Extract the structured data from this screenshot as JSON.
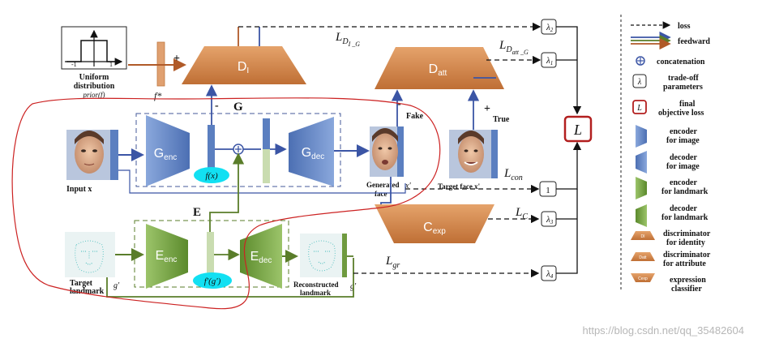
{
  "blocks": {
    "d_i": "D",
    "d_i_sub": "I",
    "d_att": "D",
    "d_att_sub": "att",
    "g_enc": "G",
    "g_enc_sub": "enc",
    "g_dec": "G",
    "g_dec_sub": "dec",
    "e_enc": "E",
    "e_enc_sub": "enc",
    "e_dec": "E",
    "e_dec_sub": "dec",
    "c_exp": "C",
    "c_exp_sub": "exp",
    "g_label": "G",
    "e_label": "E",
    "l_final": "L"
  },
  "losses": {
    "l_di": "L",
    "l_di_sub": "D",
    "l_di_sub2": "I _G",
    "l_datt": "L",
    "l_datt_sub": "D",
    "l_datt_sub2": "att _G",
    "l_con": "L",
    "l_con_sub": "con",
    "l_c": "L",
    "l_c_sub": "C",
    "l_gr": "L",
    "l_gr_sub": "gr"
  },
  "weights": {
    "lambda2": "λ",
    "lambda2_sub": "2",
    "lambda1": "λ",
    "lambda1_sub": "1",
    "one": "1",
    "lambda3": "λ",
    "lambda3_sub": "3",
    "lambda4": "λ",
    "lambda4_sub": "4"
  },
  "labels": {
    "prior_title1": "Uniform",
    "prior_title2": "distribution",
    "prior_title3": "prior(f)",
    "prior_neg": "-1",
    "prior_pos": "1",
    "f_star": "f*",
    "plus": "+",
    "minus": "-",
    "minus_fake": "-",
    "fake": "Fake",
    "plus_true": "+",
    "true": "True",
    "input": "Input x",
    "generated1": "Generated",
    "generated2": "face",
    "x_prime": "x'",
    "target_face": "Target face x'",
    "fx": "f(x)",
    "fg": "f'(g')",
    "target_landmark1": "Target",
    "target_landmark2": "landmark",
    "g_prime": "g'",
    "recon1": "Reconstructed",
    "recon2": "landmark",
    "g_hat": "g'"
  },
  "legend": {
    "loss": "loss",
    "feedward": "feedward",
    "concatenation": "concatenation",
    "lambda_symbol": "λ",
    "tradeoff1": "trade-off",
    "tradeoff2": "parameters",
    "l_symbol": "L",
    "final1": "final",
    "final2": "objective loss",
    "enc_img1": "encoder",
    "enc_img2": "for image",
    "dec_img1": "decoder",
    "dec_img2": "for image",
    "enc_lm1": "encoder",
    "enc_lm2": "for landmark",
    "dec_lm1": "decoder",
    "dec_lm2": "for landmark",
    "disc_id1": "discriminator",
    "disc_id2": "for identity",
    "disc_att1": "discriminator",
    "disc_att2": "for attribute",
    "exp1": "expression",
    "exp2": "classifier",
    "icon_di": "DI",
    "icon_datt": "Datt",
    "icon_cexp": "Cexp"
  },
  "watermark": "https://blog.csdn.net/qq_35482604",
  "colors": {
    "discriminator": "#d38a52",
    "blue_block": "#5b7fc0",
    "green_block": "#6f9a3f",
    "feed_blue": "#3b55a5",
    "feed_green": "#5a7d2a",
    "feed_orange": "#b05a28",
    "red_annotation": "#cc2222",
    "final_red": "#b21f1f",
    "highlight_cyan": "#12e0f2"
  }
}
